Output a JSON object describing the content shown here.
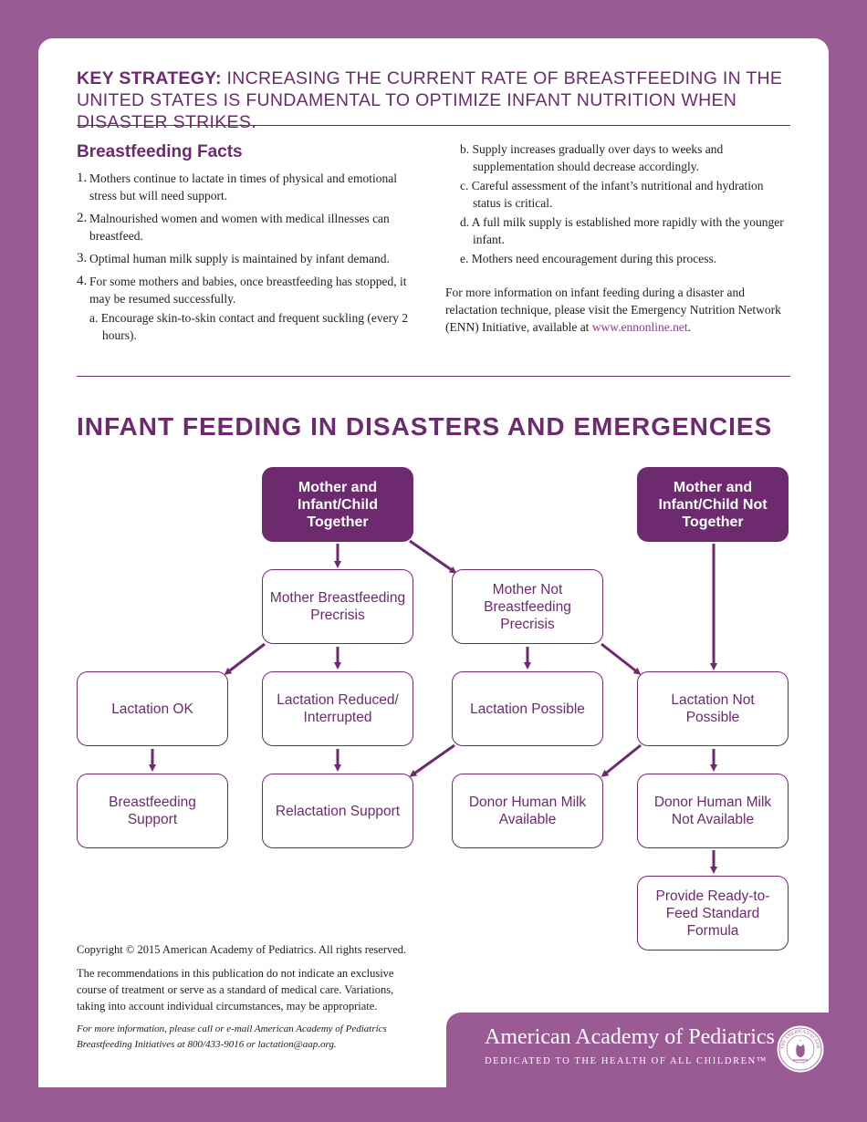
{
  "key_strategy": {
    "label": "KEY STRATEGY:",
    "text": " INCREASING THE CURRENT RATE OF BREASTFEEDING IN THE UNITED STATES IS FUNDAMENTAL TO OPTIMIZE INFANT NUTRITION WHEN DISASTER STRIKES."
  },
  "facts": {
    "title": "Breastfeeding Facts",
    "items": [
      {
        "num": "1.",
        "text": "Mothers continue to lactate in times of physical and emotional stress but will need support."
      },
      {
        "num": "2.",
        "text": "Malnourished women and women with medical illnesses can breastfeed."
      },
      {
        "num": "3.",
        "text": "Optimal human milk supply is maintained by infant demand."
      },
      {
        "num": "4.",
        "text": "For some mothers and babies, once breastfeeding has stopped, it may be resumed successfully."
      }
    ],
    "sub_items": [
      "a. Encourage skin-to-skin contact and frequent suckling (every 2 hours).",
      "b. Supply increases gradually over days to weeks and supplementation should decrease accordingly.",
      "c. Careful assessment of the infant’s nutritional and hydration status is critical.",
      "d. A full milk supply is established more rapidly with the younger infant.",
      "e. Mothers need encouragement during this process."
    ],
    "more_info": "For more information on infant feeding during a disaster and relactation technique, please visit the Emergency Nutrition Network (ENN) Initiative, available at ",
    "link": "www.ennonline.net",
    "period": "."
  },
  "flow": {
    "title": "INFANT FEEDING IN DISASTERS AND EMERGENCIES",
    "together": "Mother and Infant/Child Together",
    "not_together": "Mother and Infant/Child Not Together",
    "bf_precrisis": "Mother Breastfeeding Precrisis",
    "not_bf_precrisis": "Mother Not Breastfeeding Precrisis",
    "lactation_ok": "Lactation OK",
    "lactation_reduced": "Lactation Reduced/ Interrupted",
    "lactation_possible": "Lactation Possible",
    "lactation_not_possible": "Lactation Not Possible",
    "bf_support": "Breastfeeding Support",
    "relactation_support": "Relactation Support",
    "donor_available": "Donor Human Milk Available",
    "donor_not_available": "Donor Human Milk Not Available",
    "formula": "Provide Ready-to-Feed Standard Formula"
  },
  "footer": {
    "copyright": "Copyright © 2015 American Academy of Pediatrics. All rights reserved.",
    "disclaimer": "The recommendations in this publication do not indicate an exclusive course of treatment or serve as a standard of medical care. Variations, taking into account individual circumstances, may be appropriate.",
    "contact": "For more information, please call or e-mail American Academy of Pediatrics Breastfeeding Initiatives at 800/433-9016 or lactation@aap.org."
  },
  "brand": {
    "name": "American Academy of Pediatrics",
    "tagline": "DEDICATED TO THE HEALTH OF ALL CHILDREN™",
    "seal_text": "THE AMERICAN ACADEMY OF PEDIATRICS"
  },
  "colors": {
    "primary": "#6d2a6f",
    "background": "#9a5a93"
  }
}
